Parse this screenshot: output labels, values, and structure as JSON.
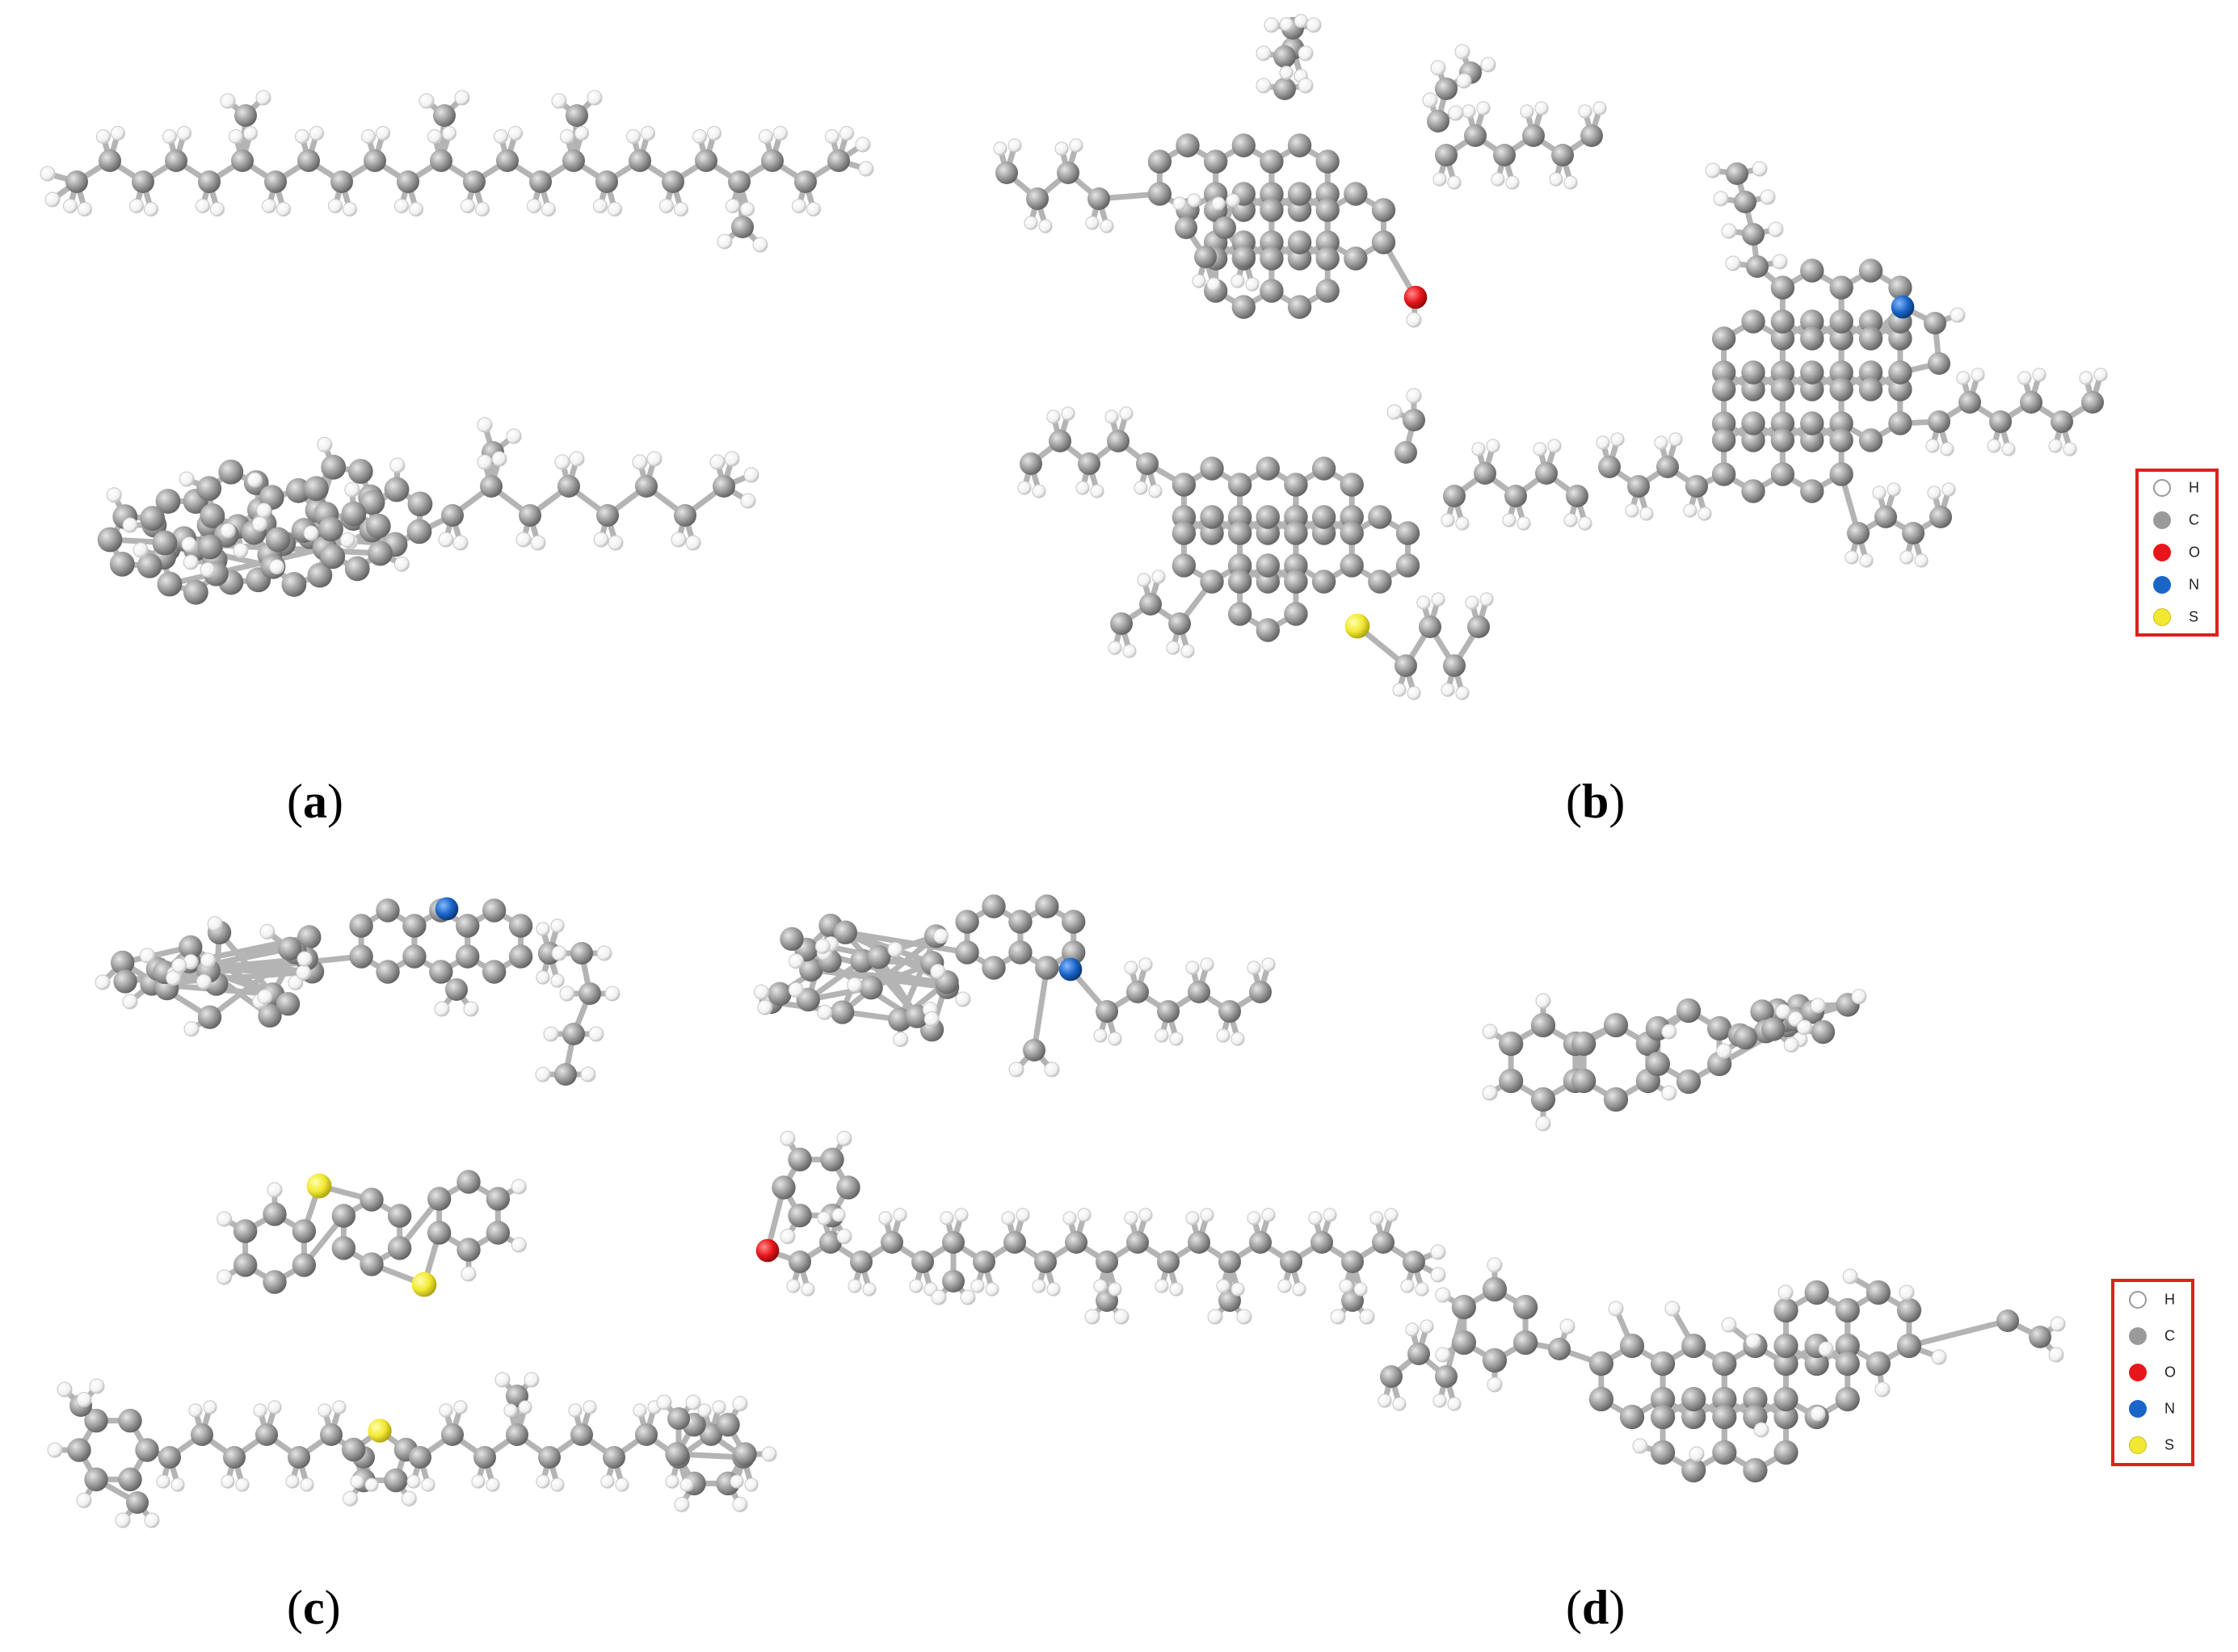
{
  "panels": [
    {
      "id": "a",
      "label": "a"
    },
    {
      "id": "b",
      "label": "b"
    },
    {
      "id": "c",
      "label": "c"
    },
    {
      "id": "d",
      "label": "d"
    }
  ],
  "legend": {
    "items": [
      {
        "symbol": "H",
        "color": "#ffffff",
        "stroke": "#9a9a9a"
      },
      {
        "symbol": "C",
        "color": "#9a9a9a",
        "stroke": "#9a9a9a"
      },
      {
        "symbol": "O",
        "color": "#e8161b",
        "stroke": "#e8161b"
      },
      {
        "symbol": "N",
        "color": "#1a66c8",
        "stroke": "#1a66c8"
      },
      {
        "symbol": "S",
        "color": "#f2e832",
        "stroke": "#c8be1e"
      }
    ],
    "border_color": "#e02020"
  },
  "atom_colors": {
    "H": "#ffffff",
    "C": "#9a9a9a",
    "O": "#e8161b",
    "N": "#1a66c8",
    "S": "#f2e832",
    "bond": "#b0b0b0"
  }
}
